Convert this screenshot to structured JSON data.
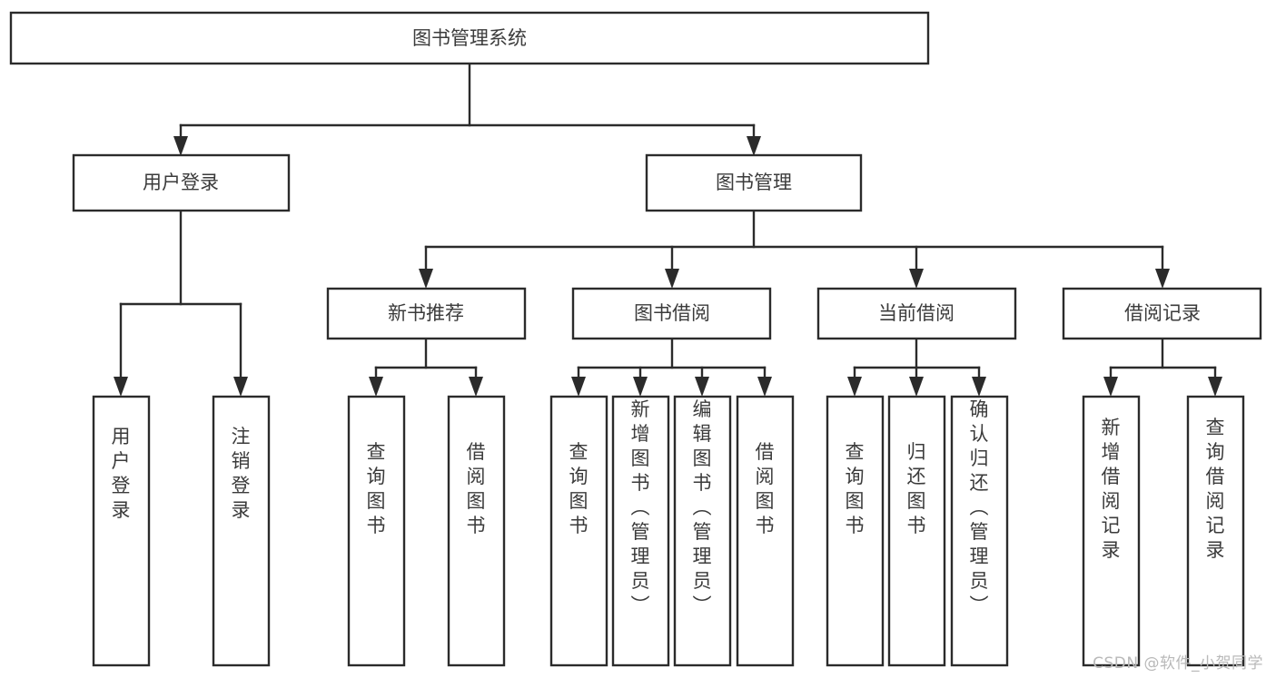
{
  "diagram": {
    "type": "tree",
    "title": "图书管理系统",
    "watermark": "CSDN @软件_小贺同学",
    "colors": {
      "box_stroke": "#2b2b2b",
      "box_fill": "#ffffff",
      "text": "#3b3b3b",
      "connector": "#2b2b2b",
      "watermark": "#b9b9b9",
      "background": "#ffffff"
    },
    "root": {
      "label": "图书管理系统"
    },
    "level1": [
      {
        "label": "用户登录"
      },
      {
        "label": "图书管理"
      }
    ],
    "level2": [
      {
        "label": "新书推荐"
      },
      {
        "label": "图书借阅"
      },
      {
        "label": "当前借阅"
      },
      {
        "label": "借阅记录"
      }
    ],
    "leaves": {
      "user_login": [
        {
          "label": "用户登录"
        },
        {
          "label": "注销登录"
        }
      ],
      "new_book_recommend": [
        {
          "label": "查询图书"
        },
        {
          "label": "借阅图书"
        }
      ],
      "book_borrow": [
        {
          "label": "查询图书"
        },
        {
          "label": "新增图书（管理员）"
        },
        {
          "label": "编辑图书（管理员）"
        },
        {
          "label": "借阅图书"
        }
      ],
      "current_borrow": [
        {
          "label": "查询图书"
        },
        {
          "label": "归还图书"
        },
        {
          "label": "确认归还（管理员）"
        }
      ],
      "borrow_record": [
        {
          "label": "新增借阅记录"
        },
        {
          "label": "查询借阅记录"
        }
      ]
    }
  }
}
